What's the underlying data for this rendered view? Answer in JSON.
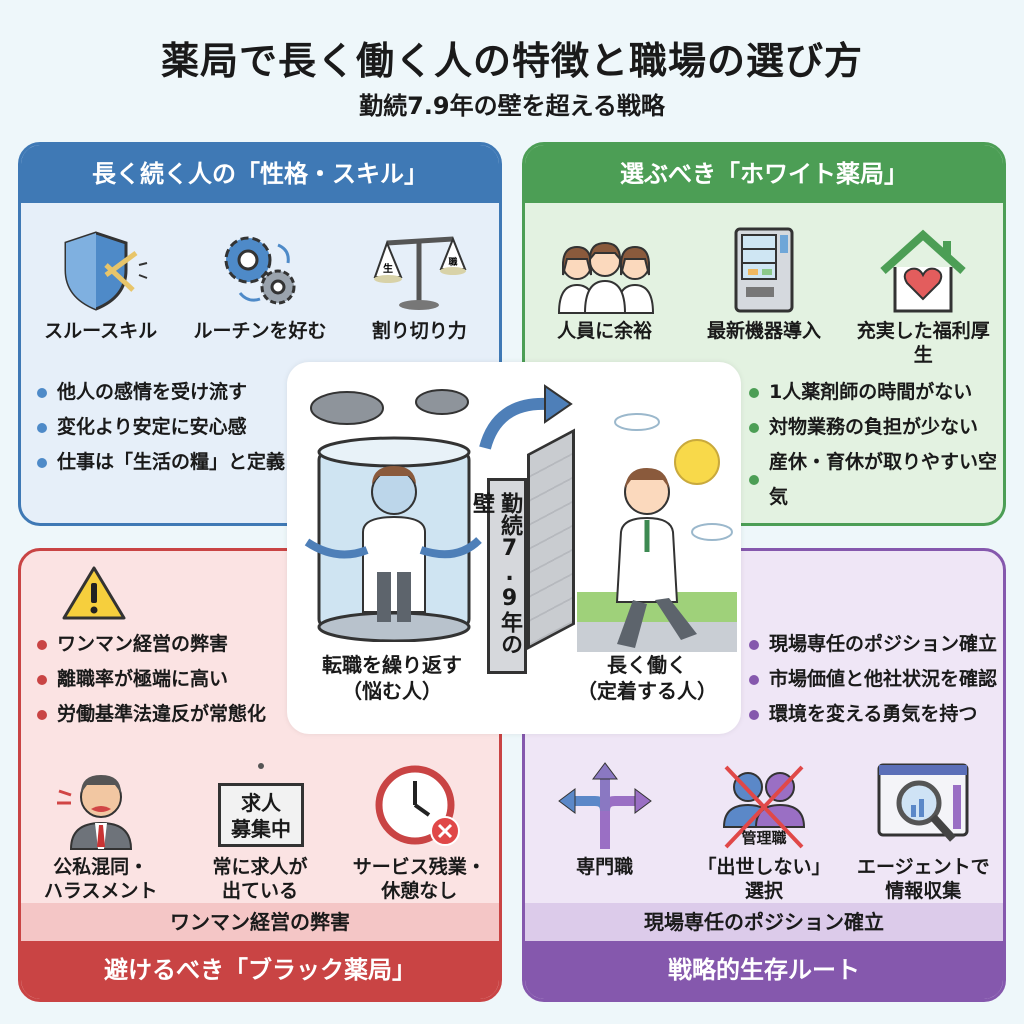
{
  "header": {
    "title": "薬局で長く働く人の特徴と職場の選び方",
    "subtitle": "勤続7.9年の壁を超える戦略"
  },
  "panels": {
    "traits": {
      "title": "長く続く人の「性格・スキル」",
      "color": "#3f79b5",
      "icons": [
        {
          "icon": "shield-icon",
          "label": "スルースキル"
        },
        {
          "icon": "gears-icon",
          "label": "ルーチンを好む"
        },
        {
          "icon": "scale-icon",
          "label": "割り切り力"
        }
      ],
      "bullets": [
        "他人の感情を受け流す",
        "変化より安定に安心感",
        "仕事は「生活の糧」と定義"
      ]
    },
    "white": {
      "title": "選ぶべき「ホワイト薬局」",
      "color": "#4c9e55",
      "icons": [
        {
          "icon": "staff-group-icon",
          "label": "人員に余裕"
        },
        {
          "icon": "dispensing-machine-icon",
          "label": "最新機器導入"
        },
        {
          "icon": "house-heart-icon",
          "label": "充実した福利厚生"
        }
      ],
      "bullets": [
        "1人薬剤師の時間がない",
        "対物業務の負担が少ない",
        "産休・育休が取りやすい空気"
      ]
    },
    "black": {
      "title": "避けるべき「ブラック薬局」",
      "color": "#c94444",
      "band": "ワンマン経営の弊害",
      "bullets": [
        "ワンマン経営の弊害",
        "離職率が極端に高い",
        "労働基準法違反が常態化"
      ],
      "icons": [
        {
          "icon": "angry-boss-icon",
          "label": "公私混同・\nハラスメント"
        },
        {
          "icon": "job-sign-icon",
          "label": "常に求人が\n出ている",
          "sign": "求人\n募集中"
        },
        {
          "icon": "clock-x-icon",
          "label": "サービス残業・\n休憩なし"
        }
      ]
    },
    "strategy": {
      "title": "戦略的生存ルート",
      "color": "#8558ad",
      "band": "現場専任のポジション確立",
      "bullets": [
        "現場専任のポジション確立",
        "市場価値と他社状況を確認",
        "環境を変える勇気を持つ"
      ],
      "icons": [
        {
          "icon": "branching-arrows-icon",
          "label": "専門職"
        },
        {
          "icon": "no-manager-icon",
          "label": "「出世しない」\n選択",
          "sub": "管理職"
        },
        {
          "icon": "magnifier-chart-icon",
          "label": "エージェントで\n情報収集"
        }
      ]
    }
  },
  "center": {
    "wall_text": "勤続7.9年の壁",
    "left_caption": "転職を繰り返す\n（悩む人）",
    "right_caption": "長く働く\n（定着する人）"
  }
}
